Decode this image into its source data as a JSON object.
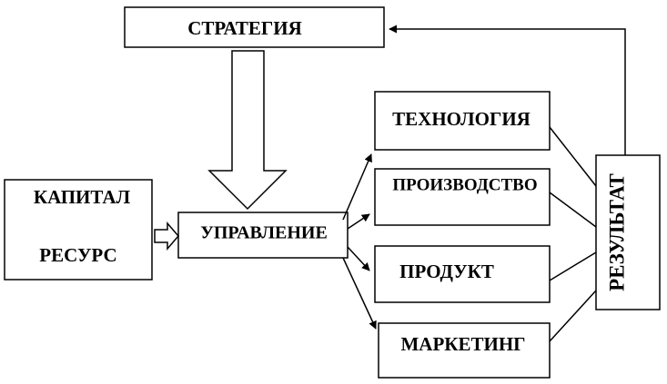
{
  "diagram": {
    "nodes": {
      "strategy": "СТРАТЕГИЯ",
      "capital": "КАПИТАЛ",
      "resource": "РЕСУРС",
      "management": "УПРАВЛЕНИЕ",
      "technology": "ТЕХНОЛОГИЯ",
      "production": "ПРОИЗВОДСТВО",
      "product": "ПРОДУКТ",
      "marketing": "МАРКЕТИНГ",
      "result": "РЕЗУЛЬТАТ"
    },
    "colors": {
      "stroke": "#000000",
      "background": "#ffffff"
    }
  }
}
